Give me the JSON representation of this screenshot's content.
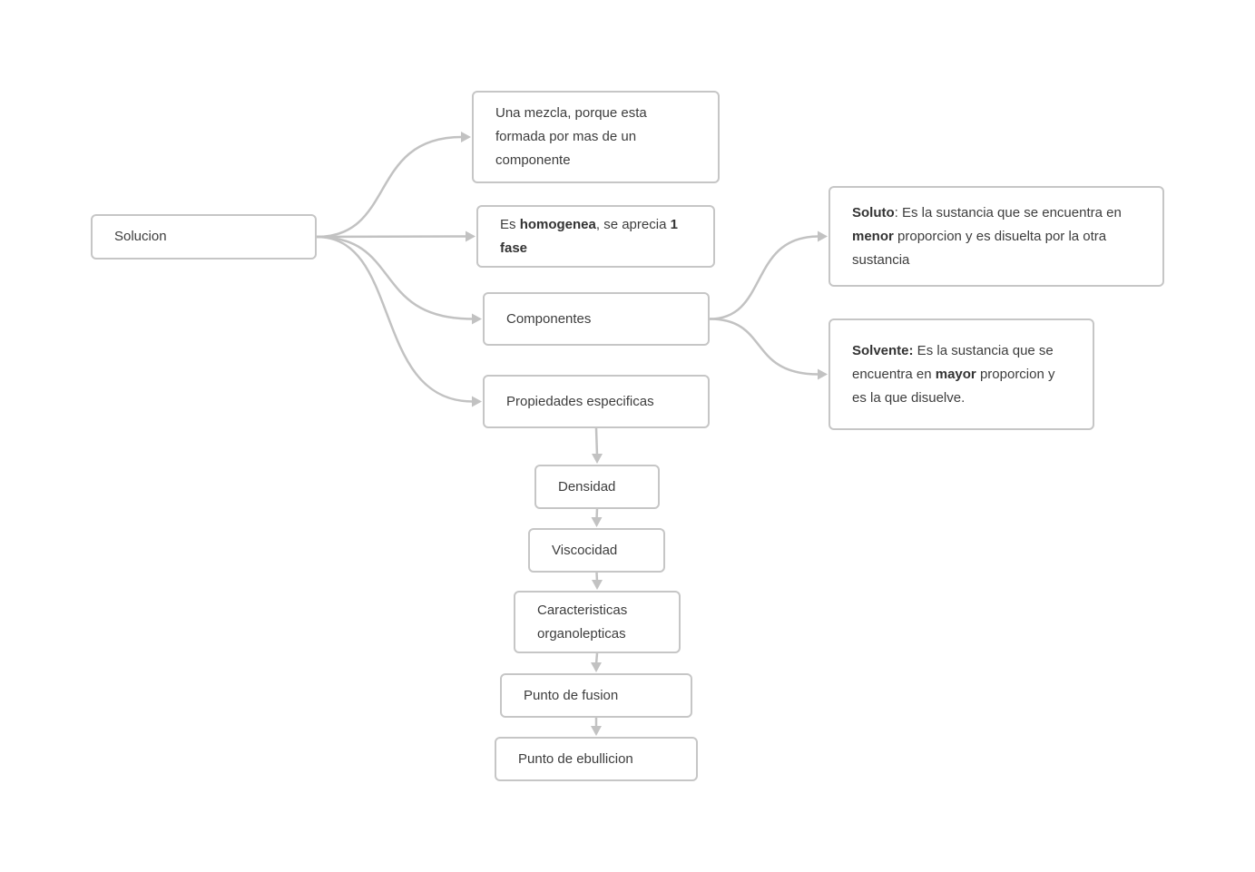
{
  "nodes": {
    "solucion": "Solucion",
    "mezcla": "Una mezcla, porque esta formada por mas de un componente",
    "homogenea": {
      "pre": "Es ",
      "bold1": "homogenea",
      "mid": ", se aprecia ",
      "bold2": "1 fase"
    },
    "componentes": "Componentes",
    "propiedades": "Propiedades especificas",
    "soluto": {
      "bold1": "Soluto",
      "mid1": ": Es la sustancia que se encuentra en ",
      "bold2": "menor",
      "rest": " proporcion y es disuelta por la otra sustancia"
    },
    "solvente": {
      "bold1": "Solvente:",
      "mid1": " Es la sustancia que se encuentra en ",
      "bold2": "mayor",
      "rest": " proporcion y es la que disuelve."
    },
    "densidad": "Densidad",
    "viscocidad": "Viscocidad",
    "caracteristicas": "Caracteristicas organolepticas",
    "fusion": "Punto de fusion",
    "ebullicion": "Punto de ebullicion"
  },
  "edges": [
    {
      "from": "solucion",
      "to": "mezcla"
    },
    {
      "from": "solucion",
      "to": "homogenea"
    },
    {
      "from": "solucion",
      "to": "componentes"
    },
    {
      "from": "solucion",
      "to": "propiedades"
    },
    {
      "from": "componentes",
      "to": "soluto"
    },
    {
      "from": "componentes",
      "to": "solvente"
    },
    {
      "from": "propiedades",
      "to": "densidad"
    },
    {
      "from": "densidad",
      "to": "viscocidad"
    },
    {
      "from": "viscocidad",
      "to": "caracteristicas"
    },
    {
      "from": "caracteristicas",
      "to": "fusion"
    },
    {
      "from": "fusion",
      "to": "ebullicion"
    }
  ],
  "colors": {
    "edge": "#c2c2c2",
    "border": "#c6c6c6",
    "text": "#3d3d3d"
  }
}
